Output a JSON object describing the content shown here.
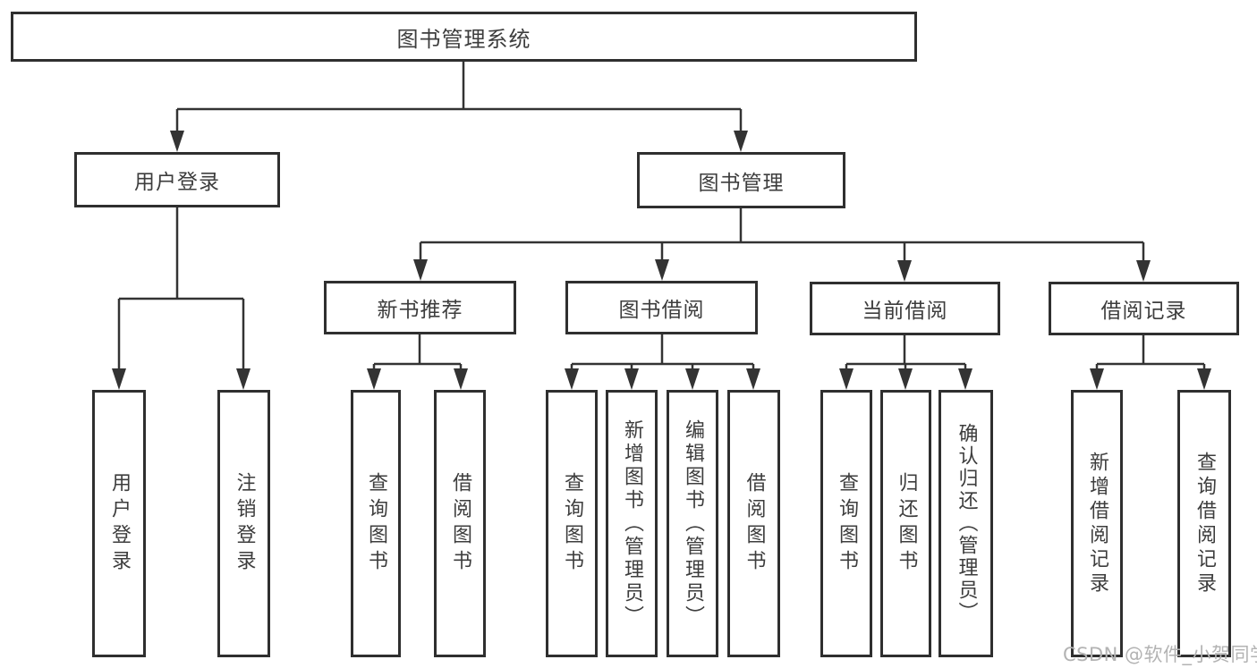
{
  "diagram": {
    "title": "图书管理系统",
    "level2": {
      "user_login": "用户登录",
      "book_mgmt": "图书管理"
    },
    "level3": {
      "new_book": "新书推荐",
      "book_borrow": "图书借阅",
      "current_borrow": "当前借阅",
      "borrow_record": "借阅记录"
    },
    "leaves": {
      "ul_login": "用户登录",
      "ul_logout": "注销登录",
      "nb_query": "查询图书",
      "nb_borrow": "借阅图书",
      "bb_query": "查询图书",
      "bb_add": "新增图书（管理员）",
      "bb_edit": "编辑图书（管理员）",
      "bb_borrow": "借阅图书",
      "cb_query": "查询图书",
      "cb_return": "归还图书",
      "cb_confirm": "确认归还（管理员）",
      "br_add": "新增借阅记录",
      "br_query": "查询借阅记录"
    },
    "watermark": "CSDN @软件_小贺同学",
    "colors": {
      "line": "#333333",
      "text": "#3d3d3d",
      "watermark": "#b3b3b3",
      "background": "#ffffff"
    }
  }
}
